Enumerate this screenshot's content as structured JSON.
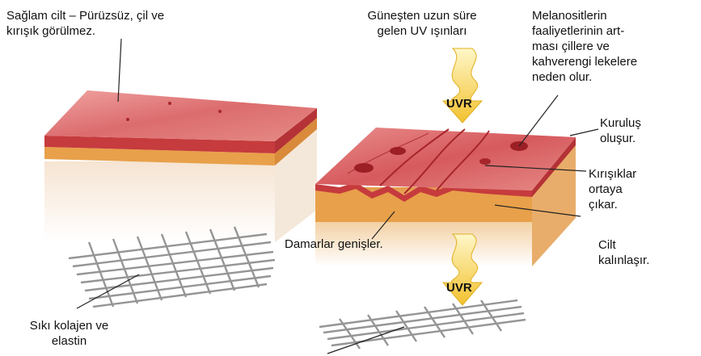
{
  "labels": {
    "healthy_skin": "Sağlam cilt – Pürüzsüz, çil ve\nkırışık görülmez.",
    "uv_rays": "Güneşten uzun süre\ngelen UV ışınları",
    "melanocytes": "Melanositlerin\nfaaliyetlerinin art-\nması çillere ve\nkahverengi lekelere\nneden olur.",
    "dryness": "Kuruluş\noluşur.",
    "wrinkles": "Kırışıklar\nortaya\nçıkar.",
    "vessels": "Damarlar genişler.",
    "thickening": "Cilt\nkalınlaşır.",
    "collagen": "Sıkı kolajen ve\nelastin"
  },
  "uvr_top": "UVR",
  "uvr_bottom": "UVR",
  "colors": {
    "skin_top": "#d9666a",
    "epidermis": "#c63b3d",
    "dermis": "#e8a04a",
    "arrow": "#f4d03f",
    "fiber": "#8a8a8a"
  }
}
